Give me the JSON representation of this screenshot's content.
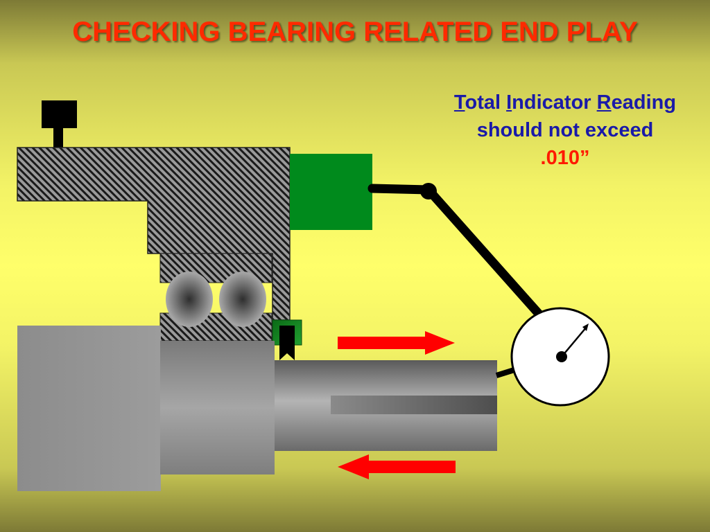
{
  "slide": {
    "title": "CHECKING BEARING RELATED END PLAY"
  },
  "note": {
    "line1": [
      {
        "initial": "T",
        "rest": "otal "
      },
      {
        "initial": "I",
        "rest": "ndicator "
      },
      {
        "initial": "R",
        "rest": "eading"
      }
    ],
    "line2": "should not exceed",
    "line3": ".010”"
  },
  "colors": {
    "title": "#ff2a00",
    "note_text": "#1a1aa8",
    "note_value": "#ff1a00",
    "indicator_mount": "#008a1c",
    "arrow": "#ff0000",
    "hatch_fg": "#1a1a1a",
    "hatch_bg": "#9a9a9a"
  },
  "icons": {
    "arrow_right": "arrow-right-icon",
    "arrow_left": "arrow-left-icon",
    "dial": "dial-indicator-icon"
  }
}
